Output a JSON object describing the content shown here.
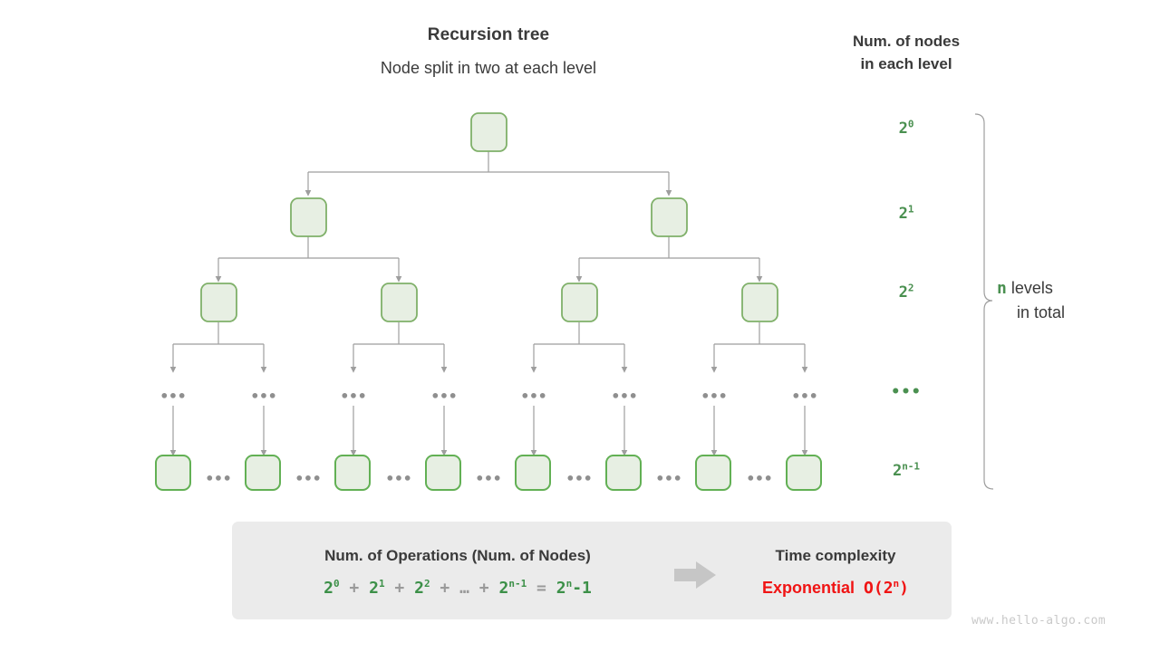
{
  "headings": {
    "tree_title": "Recursion tree",
    "tree_subtitle": "Node split in two at each level",
    "nodes_title_line1": "Num. of nodes",
    "nodes_title_line2": "in each level"
  },
  "level_labels": {
    "l0_base": "2",
    "l0_exp": "0",
    "l1_base": "2",
    "l1_exp": "1",
    "l2_base": "2",
    "l2_exp": "2",
    "ldots": "•••",
    "l3_base": "2",
    "l3_exp": "n-1"
  },
  "levels_total": {
    "n": "n",
    "word": " levels",
    "line2": "in total"
  },
  "summary": {
    "ops_title": "Num. of Operations (Num. of Nodes)",
    "formula": {
      "t1_base": "2",
      "t1_exp": "0",
      "plus1": "+",
      "t2_base": "2",
      "t2_exp": "1",
      "plus2": "+",
      "t3_base": "2",
      "t3_exp": "2",
      "plus3": "+",
      "ellipsis": "…",
      "plus4": "+",
      "t4_base": "2",
      "t4_exp": "n-1",
      "equals": "=",
      "t5_base": "2",
      "t5_exp": "n",
      "t5_tail": "-1"
    },
    "tc_title": "Time complexity",
    "tc_word": "Exponential",
    "tc_bigo_pre": "O(2",
    "tc_bigo_exp": "n",
    "tc_bigo_post": ")",
    "arrow_icon": "right-arrow-icon"
  },
  "tree": {
    "dots_row_label": "•••",
    "leaf_gap_label": "•••",
    "node_fill": "#e7efe3",
    "node_stroke": "#7fb069",
    "leaf_stroke": "#62b054",
    "connector_color": "#9e9e9e"
  },
  "watermark": "www.hello-algo.com"
}
